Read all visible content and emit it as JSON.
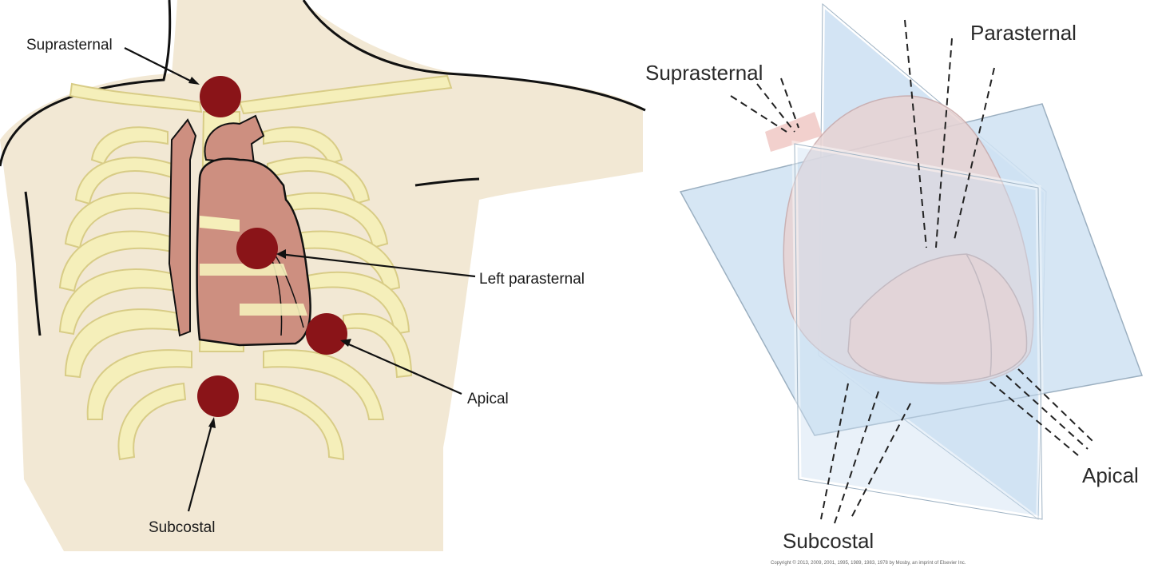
{
  "left_panel": {
    "labels": {
      "suprasternal": "Suprasternal",
      "left_parasternal": "Left parasternal",
      "apical": "Apical",
      "subcostal": "Subcostal"
    },
    "colors": {
      "skin": "#f2e8d4",
      "ribs": "#f5efba",
      "heart": "#cd8f80",
      "probe_site": "#8a1418"
    }
  },
  "right_panel": {
    "labels": {
      "suprasternal": "Suprasternal",
      "parasternal": "Parasternal",
      "apical": "Apical",
      "subcostal": "Subcostal"
    },
    "copyright": "Copyright © 2013, 2009, 2001, 1995, 1989, 1983, 1978 by Mosby, an imprint of Elsevier Inc.",
    "colors": {
      "plane": "#cfe2f3",
      "heart": "#f0c8c4"
    }
  }
}
